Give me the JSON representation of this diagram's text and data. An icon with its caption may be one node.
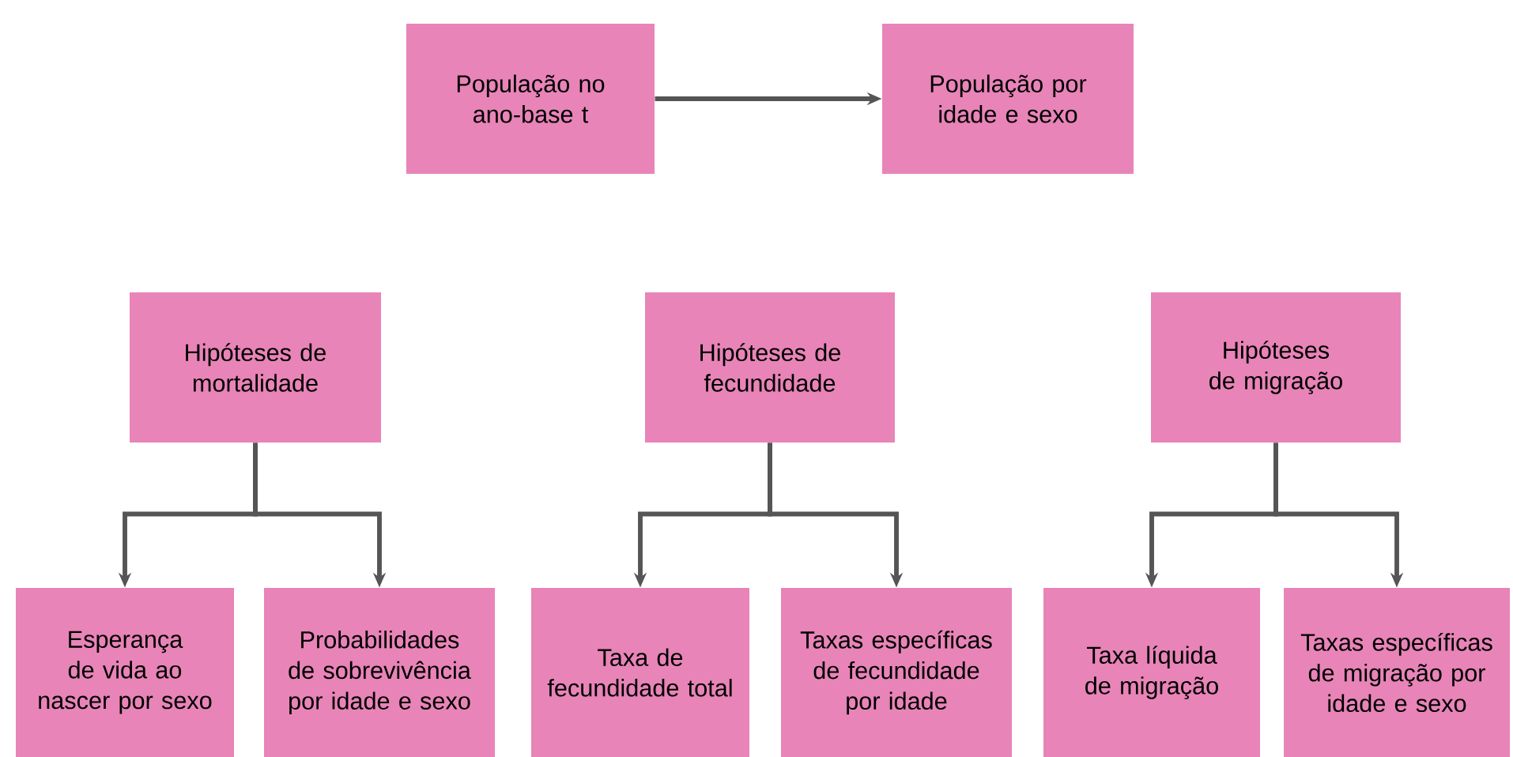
{
  "diagram": {
    "nodes": [
      {
        "text": [
          "População no ano-base t"
        ]
      },
      {
        "text": [
          "População por idade e sexo"
        ]
      },
      {
        "text": [
          "Hipóteses de mortalidade"
        ]
      },
      {
        "text": [
          "Hipóteses de fecundidade"
        ]
      },
      {
        "text": [
          "Hipóteses de migração"
        ]
      },
      {
        "text": [
          "Esperança de vida ao nascer por sexo"
        ]
      },
      {
        "text": [
          "Probabilidades de sobrevivência por idade e sexo"
        ]
      },
      {
        "text": [
          "Taxa de fecundidade total"
        ]
      },
      {
        "text": [
          "Taxas específicas de fecundidade por idade"
        ]
      },
      {
        "text": [
          "Taxa líquida de migração"
        ]
      },
      {
        "text": [
          "Taxas específicas de migração por idade e sexo"
        ]
      }
    ],
    "edges": [
      {
        "from": 0,
        "to": 1,
        "arrow": "to"
      },
      {
        "from": 2,
        "to": 5,
        "arrow": "to"
      },
      {
        "from": 2,
        "to": 6,
        "arrow": "to"
      },
      {
        "from": 3,
        "to": 7,
        "arrow": "to"
      },
      {
        "from": 3,
        "to": 8,
        "arrow": "to"
      },
      {
        "from": 4,
        "to": 9,
        "arrow": "to"
      },
      {
        "from": 4,
        "to": 10,
        "arrow": "to"
      }
    ]
  }
}
